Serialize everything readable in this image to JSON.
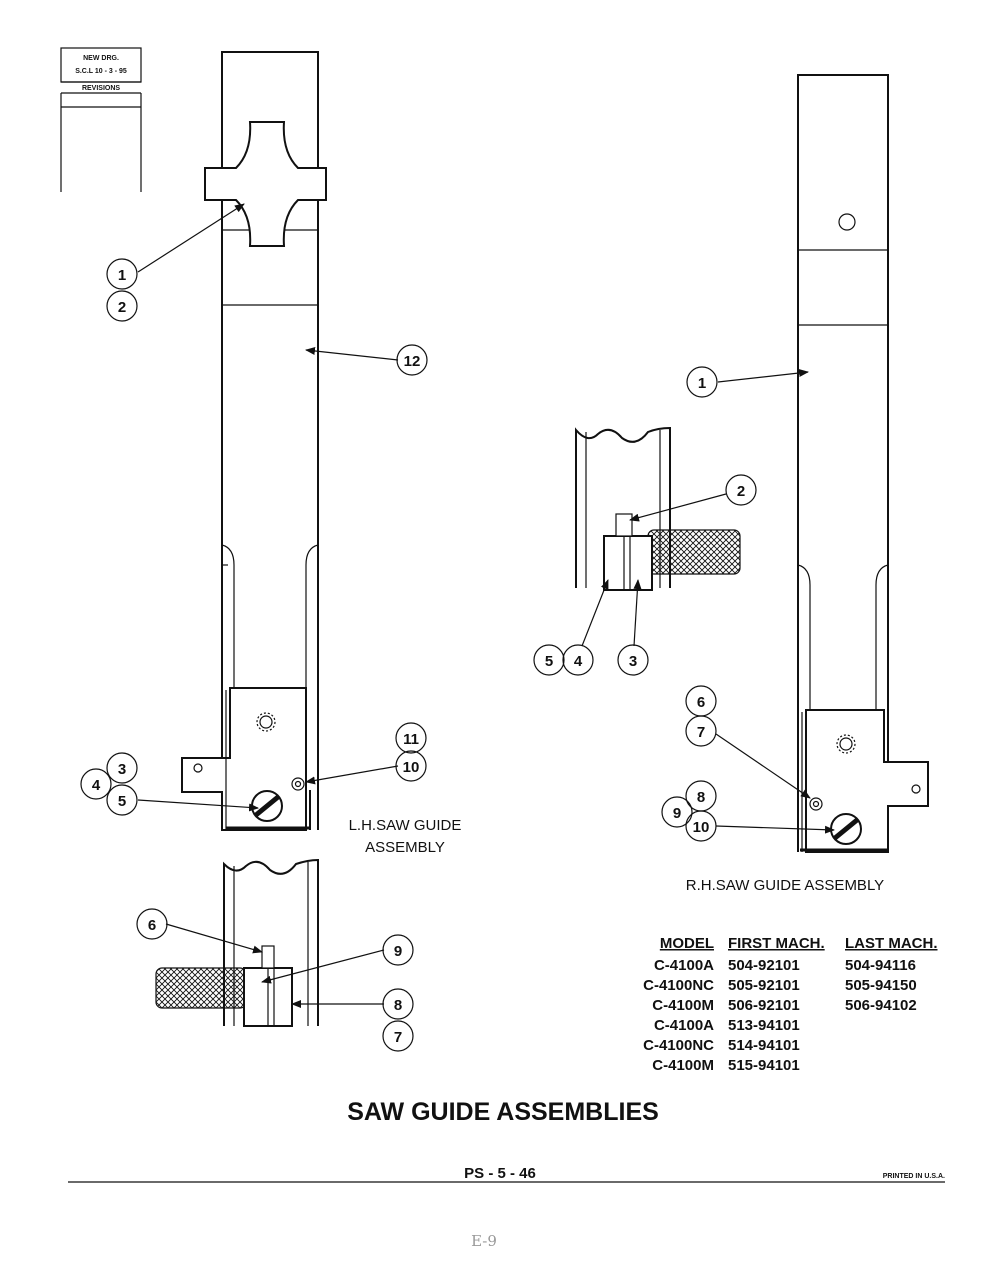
{
  "revision_block": {
    "line1": "NEW DRG.",
    "line2": "S.C.L  10 - 3 - 95",
    "line3": "REVISIONS"
  },
  "lh_assembly": {
    "label_line1": "L.H.SAW GUIDE",
    "label_line2": "ASSEMBLY",
    "callouts": [
      "1",
      "2",
      "12",
      "11",
      "10",
      "3",
      "4",
      "5"
    ],
    "detail_callouts": [
      "6",
      "9",
      "8",
      "7"
    ]
  },
  "rh_assembly": {
    "label": "R.H.SAW GUIDE ASSEMBLY",
    "callouts": [
      "1",
      "6",
      "7",
      "8",
      "9",
      "10"
    ],
    "detail_callouts": [
      "2",
      "5",
      "4",
      "3"
    ]
  },
  "model_table": {
    "headers": [
      "MODEL",
      "FIRST MACH.",
      "LAST MACH."
    ],
    "rows": [
      [
        "C-4100A",
        "504-92101",
        "504-94116"
      ],
      [
        "C-4100NC",
        "505-92101",
        "505-94150"
      ],
      [
        "C-4100M",
        "506-92101",
        "506-94102"
      ],
      [
        "C-4100A",
        "513-94101",
        ""
      ],
      [
        "C-4100NC",
        "514-94101",
        ""
      ],
      [
        "C-4100M",
        "515-94101",
        ""
      ]
    ]
  },
  "title": "SAW GUIDE ASSEMBLIES",
  "page_number": "PS - 5 - 46",
  "printed": "PRINTED IN U.S.A.",
  "handwritten_note": "E-9"
}
